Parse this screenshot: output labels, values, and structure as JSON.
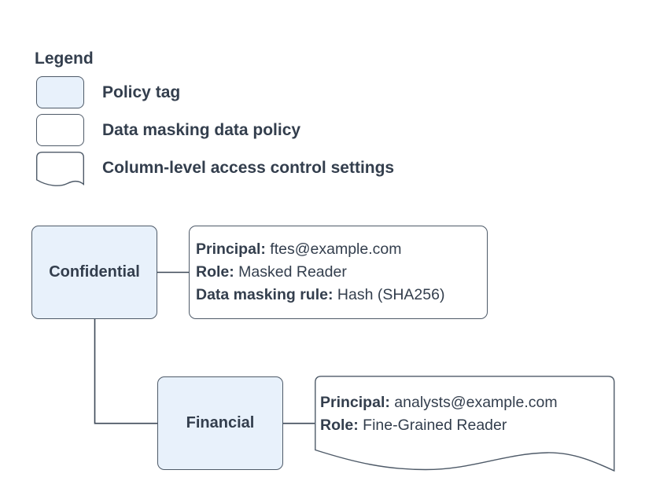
{
  "legend": {
    "title": "Legend",
    "items": [
      {
        "label": "Policy tag",
        "swatch": "policy-tag",
        "fill": "#e8f1fb"
      },
      {
        "label": "Data masking data policy",
        "swatch": "data-policy-box",
        "fill": "#ffffff"
      },
      {
        "label": "Column-level access control settings",
        "swatch": "document-shape",
        "fill": "#ffffff"
      }
    ]
  },
  "colors": {
    "policy_tag_fill": "#e8f1fb",
    "card_fill": "#ffffff",
    "stroke": "#4e5a68",
    "connector": "#3d4857",
    "text": "#333e4d"
  },
  "nodes": [
    {
      "id": "confidential",
      "label": "Confidential",
      "kind": "policy-tag"
    },
    {
      "id": "financial",
      "label": "Financial",
      "kind": "policy-tag",
      "child_of": "confidential"
    }
  ],
  "policy_cards": [
    {
      "id": "masking-policy",
      "kind": "data-masking-data-policy",
      "attached_to": "confidential",
      "lines": [
        {
          "label": "Principal:",
          "value": "ftes@example.com"
        },
        {
          "label": "Role:",
          "value": "Masked Reader"
        },
        {
          "label": "Data masking rule:",
          "value": "Hash (SHA256)"
        }
      ]
    },
    {
      "id": "access-settings",
      "kind": "column-level-access-control-settings",
      "attached_to": "financial",
      "lines": [
        {
          "label": "Principal:",
          "value": "analysts@example.com"
        },
        {
          "label": "Role:",
          "value": "Fine-Grained Reader"
        }
      ]
    }
  ]
}
